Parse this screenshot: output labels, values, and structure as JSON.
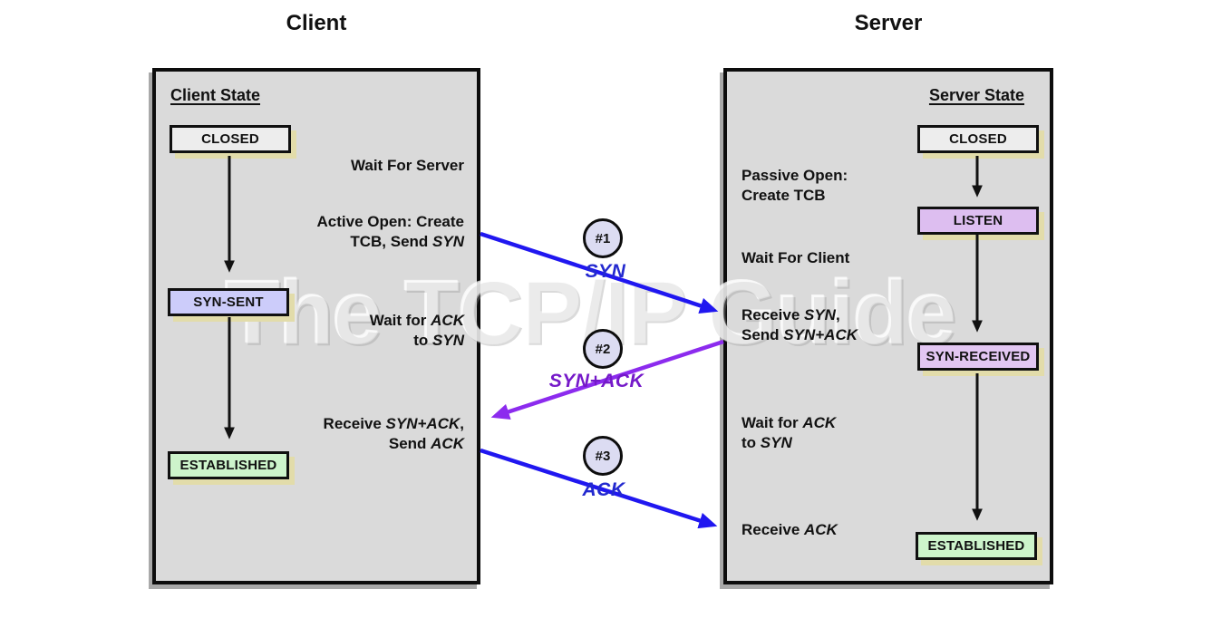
{
  "watermark": "The TCP/IP Guide",
  "client": {
    "title": "Client",
    "state_header": "Client State",
    "states": [
      {
        "label": "CLOSED",
        "fill": "#ededed"
      },
      {
        "label": "SYN-SENT",
        "fill": "#ccccfa"
      },
      {
        "label": "ESTABLISHED",
        "fill": "#cdf4cb"
      }
    ],
    "annotations": [
      {
        "lines": [
          [
            {
              "t": "Wait For Server"
            }
          ]
        ]
      },
      {
        "lines": [
          [
            {
              "t": "Active Open: Create"
            }
          ],
          [
            {
              "t": "TCB, Send "
            },
            {
              "t": "SYN",
              "i": true
            }
          ]
        ]
      },
      {
        "lines": [
          [
            {
              "t": "Wait for "
            },
            {
              "t": "ACK",
              "i": true
            }
          ],
          [
            {
              "t": "to "
            },
            {
              "t": "SYN",
              "i": true
            }
          ]
        ]
      },
      {
        "lines": [
          [
            {
              "t": "Receive "
            },
            {
              "t": "SYN+ACK",
              "i": true
            },
            {
              "t": ","
            }
          ],
          [
            {
              "t": "Send "
            },
            {
              "t": "ACK",
              "i": true
            }
          ]
        ]
      }
    ]
  },
  "server": {
    "title": "Server",
    "state_header": "Server State",
    "states": [
      {
        "label": "CLOSED",
        "fill": "#ededed"
      },
      {
        "label": "LISTEN",
        "fill": "#ddbef0"
      },
      {
        "label": "SYN-RECEIVED",
        "fill": "#e2c6f2"
      },
      {
        "label": "ESTABLISHED",
        "fill": "#cdf4cb"
      }
    ],
    "annotations": [
      {
        "lines": [
          [
            {
              "t": "Passive Open:"
            }
          ],
          [
            {
              "t": "Create TCB"
            }
          ]
        ]
      },
      {
        "lines": [
          [
            {
              "t": "Wait For Client"
            }
          ]
        ]
      },
      {
        "lines": [
          [
            {
              "t": "Receive "
            },
            {
              "t": "SYN",
              "i": true
            },
            {
              "t": ","
            }
          ],
          [
            {
              "t": "Send "
            },
            {
              "t": "SYN+ACK",
              "i": true
            }
          ]
        ]
      },
      {
        "lines": [
          [
            {
              "t": "Wait for "
            },
            {
              "t": "ACK",
              "i": true
            }
          ],
          [
            {
              "t": "to "
            },
            {
              "t": "SYN",
              "i": true
            }
          ]
        ]
      },
      {
        "lines": [
          [
            {
              "t": "Receive "
            },
            {
              "t": "ACK",
              "i": true
            }
          ]
        ]
      }
    ]
  },
  "messages": [
    {
      "number": "#1",
      "label": "SYN",
      "color": "#2329cf"
    },
    {
      "number": "#2",
      "label": "SYN+ACK",
      "color": "#7519c9"
    },
    {
      "number": "#3",
      "label": "ACK",
      "color": "#2329cf"
    }
  ],
  "colors": {
    "panel_fill": "#dadada",
    "badge_fill": "#dcdcf2",
    "arrow_black": "#111111",
    "arrow_blue": "#2017f0",
    "arrow_purple": "#8c2bee",
    "state_shadow": "#e2dcaa"
  }
}
